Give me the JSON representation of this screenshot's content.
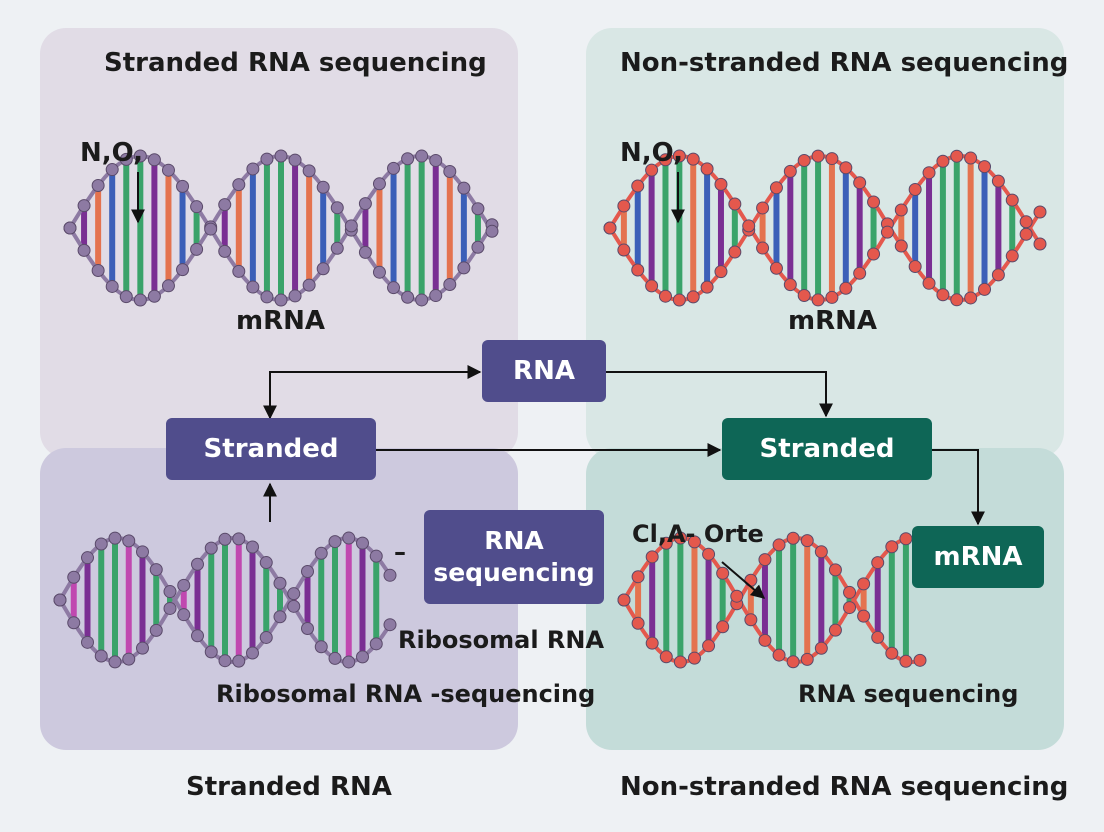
{
  "colors": {
    "purple_box": "#504d8c",
    "teal_box": "#0e6656",
    "strand_purple": "#8d7aa3",
    "strand_red": "#e4584d",
    "rung_green": "#3aa36a",
    "rung_purple": "#7a2f93",
    "rung_orange": "#e4734f",
    "rung_blue": "#3b5fb8",
    "rung_magenta": "#c048b0"
  },
  "labels": {
    "stranded_rna_sequencing": "Stranded RNA sequencing",
    "non_stranded_rna_sequencing_top": "Non-stranded RNA sequencing",
    "no_left": "N,O,",
    "no_right": "N,O,",
    "mrna_left": "mRNA",
    "mrna_right": "mRNA",
    "ribosomal_rna": "Ribosomal RNA",
    "ribosomal_rna_sequencing": "Ribosomal RNA -sequencing",
    "cl_a_orte": "Cl,A- Orte",
    "rna_sequencing_bottom": "RNA sequencing",
    "stranded_rna_footer": "Stranded RNA",
    "non_stranded_rna_sequencing_footer": "Non-stranded RNA sequencing",
    "dash": "–"
  },
  "boxes": {
    "rna_top": "RNA",
    "stranded_left": "Stranded",
    "stranded_right": "Stranded",
    "rna_sequencing_line1": "RNA",
    "rna_sequencing_line2": "sequencing",
    "mrna_right": "mRNA"
  }
}
